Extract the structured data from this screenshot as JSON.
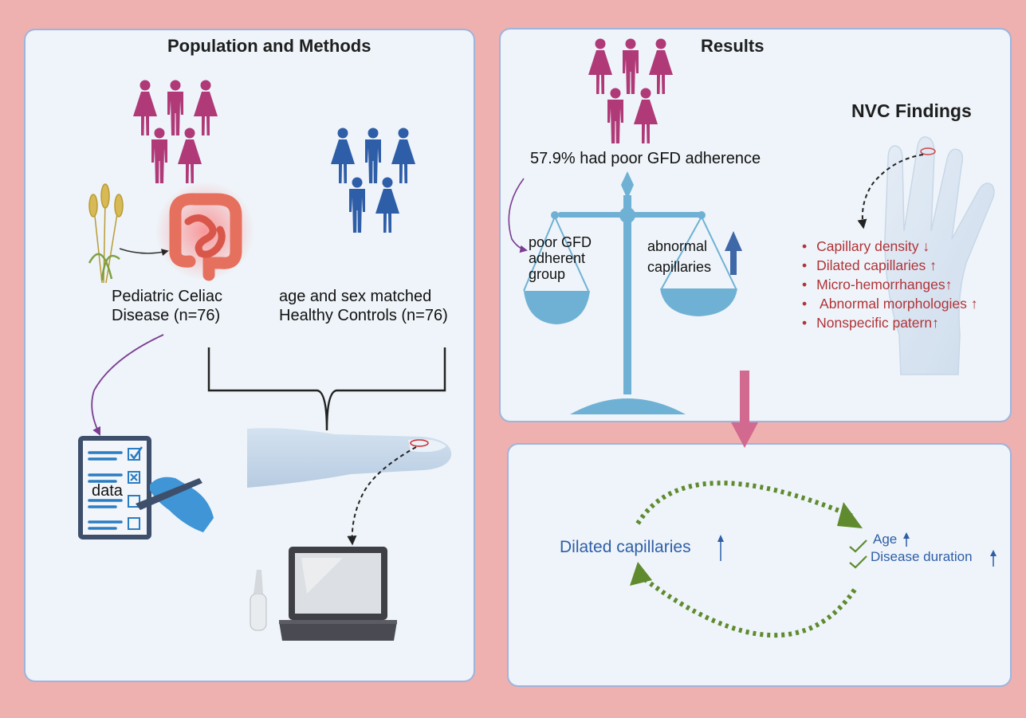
{
  "methods": {
    "title": "Population and Methods",
    "celiac_label": "Pediatric Celiac\nDisease (n=76)",
    "controls_label": "age and sex matched\nHealthy Controls (n=76)",
    "data_label": "data"
  },
  "results": {
    "title": "Results",
    "adherence_text": "57.9% had poor GFD adherence",
    "poor_group_label": "poor GFD\nadherent\ngroup",
    "abnormal_label": "abnormal\ncapillaries",
    "nvc_title": "NVC Findings",
    "findings": [
      "Capillary density ↓",
      "Dilated capillaries ↑",
      "Micro-hemorrhanges↑",
      " Abnormal morphologies ↑",
      "Nonspecific patern↑"
    ]
  },
  "cycle": {
    "left_label": "Dilated capillaries",
    "right_items": [
      "Age",
      "Disease duration"
    ]
  },
  "colors": {
    "background": "#efb0b0",
    "panel": "#eef4f9",
    "panel_border": "#9db4dc",
    "female_figure": "#b03a78",
    "control_figure": "#2f5ea8",
    "scale": "#6fb1d4",
    "finding_text": "#b03338",
    "cycle_arrow": "#5f8a2e",
    "cycle_text": "#2f5ea8",
    "down_arrow": "#d2698f"
  }
}
